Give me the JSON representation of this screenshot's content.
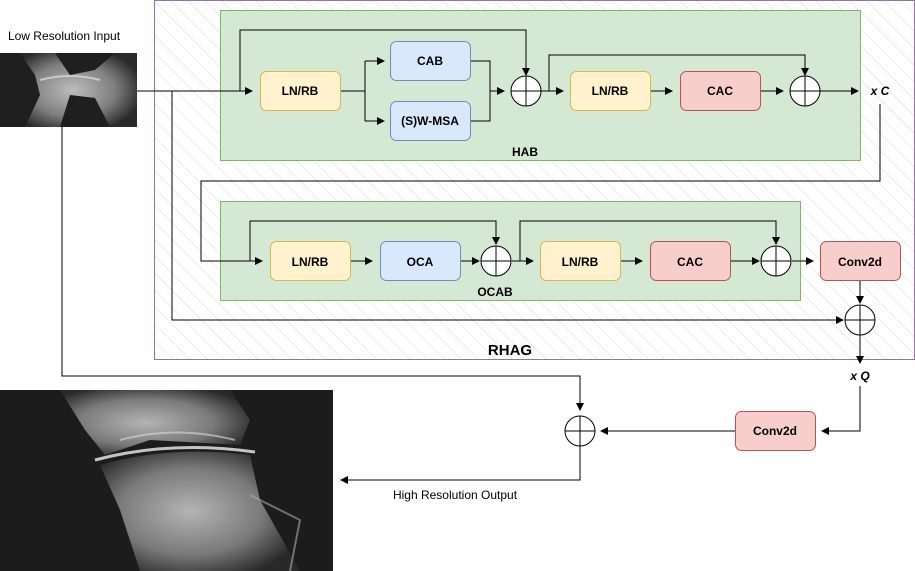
{
  "labels": {
    "input": "Low Resolution Input",
    "output": "High Resolution Output",
    "rhag": "RHAG",
    "hab": "HAB",
    "ocab": "OCAB",
    "xc": "x C",
    "xq": "x Q"
  },
  "blocks": {
    "hab_ln": "LN/RB",
    "cab": "CAB",
    "wmsa": "(S)W-MSA",
    "hab_ln2": "LN/RB",
    "hab_cac": "CAC",
    "ocab_ln": "LN/RB",
    "oca": "OCA",
    "ocab_ln2": "LN/RB",
    "ocab_cac": "CAC",
    "conv_rhag": "Conv2d",
    "conv_final": "Conv2d"
  },
  "colors": {
    "yellow_fill": "#fff2cc",
    "yellow_stroke": "#d6b656",
    "blue_fill": "#dae8fc",
    "blue_stroke": "#6c8ebf",
    "red_fill": "#f8cecc",
    "red_stroke": "#b85450",
    "green_fill": "#d5e8d4",
    "green_stroke": "#82b366",
    "purple_stroke": "#9673a6"
  }
}
